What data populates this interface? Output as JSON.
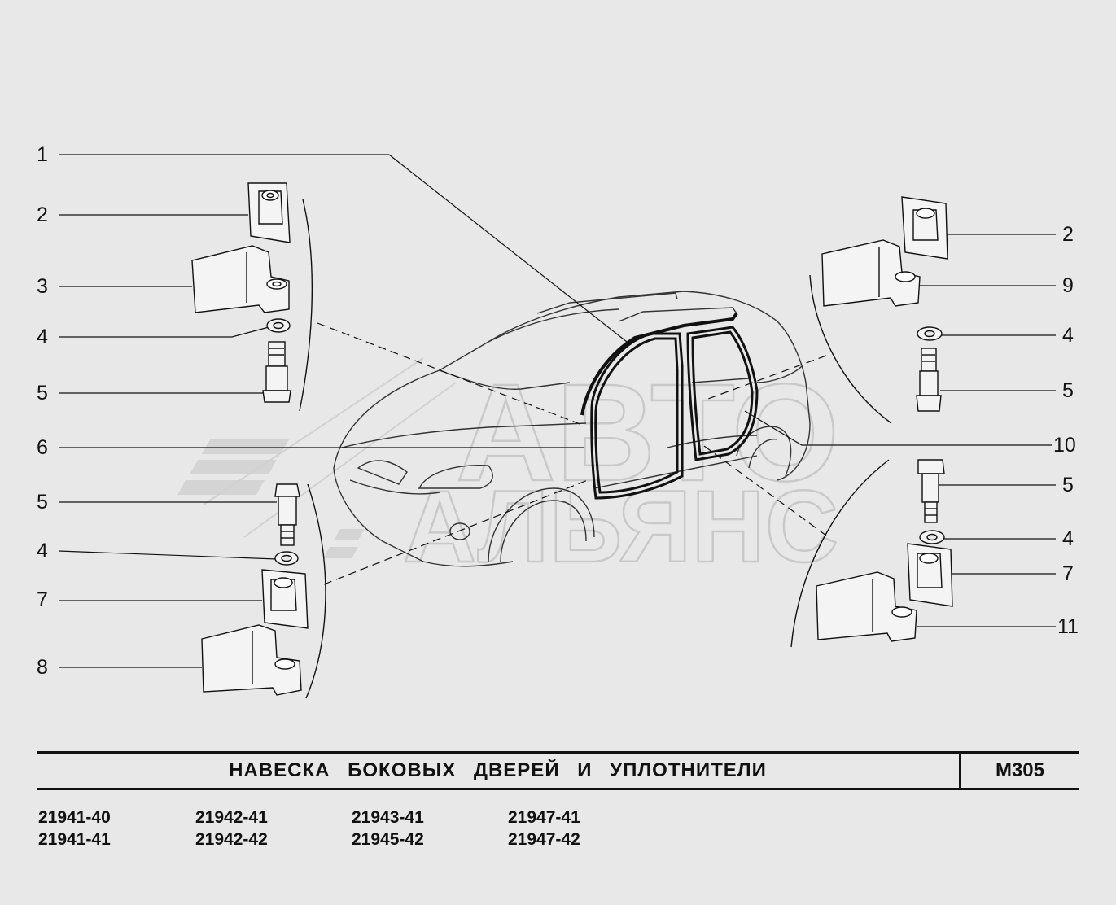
{
  "callouts_left": [
    "1",
    "2",
    "3",
    "4",
    "5",
    "6",
    "5",
    "4",
    "7",
    "8"
  ],
  "callouts_right": [
    "2",
    "9",
    "4",
    "5",
    "10",
    "5",
    "4",
    "7",
    "11"
  ],
  "watermark": {
    "line1": "АВТО",
    "line2": "АЛЬЯНС"
  },
  "title": "НАВЕСКА  БОКОВЫХ  ДВЕРЕЙ  И  УПЛОТНИТЕЛИ",
  "code": "М305",
  "models": [
    [
      "21941-40",
      "21941-41"
    ],
    [
      "21942-41",
      "21942-42"
    ],
    [
      "21943-41",
      "21945-42"
    ],
    [
      "21947-41",
      "21947-42"
    ]
  ],
  "colors": {
    "background": "#e8e8e8",
    "ink": "#111111",
    "part_fill": "#f4f4f4",
    "watermark": "#bdbdbd"
  }
}
